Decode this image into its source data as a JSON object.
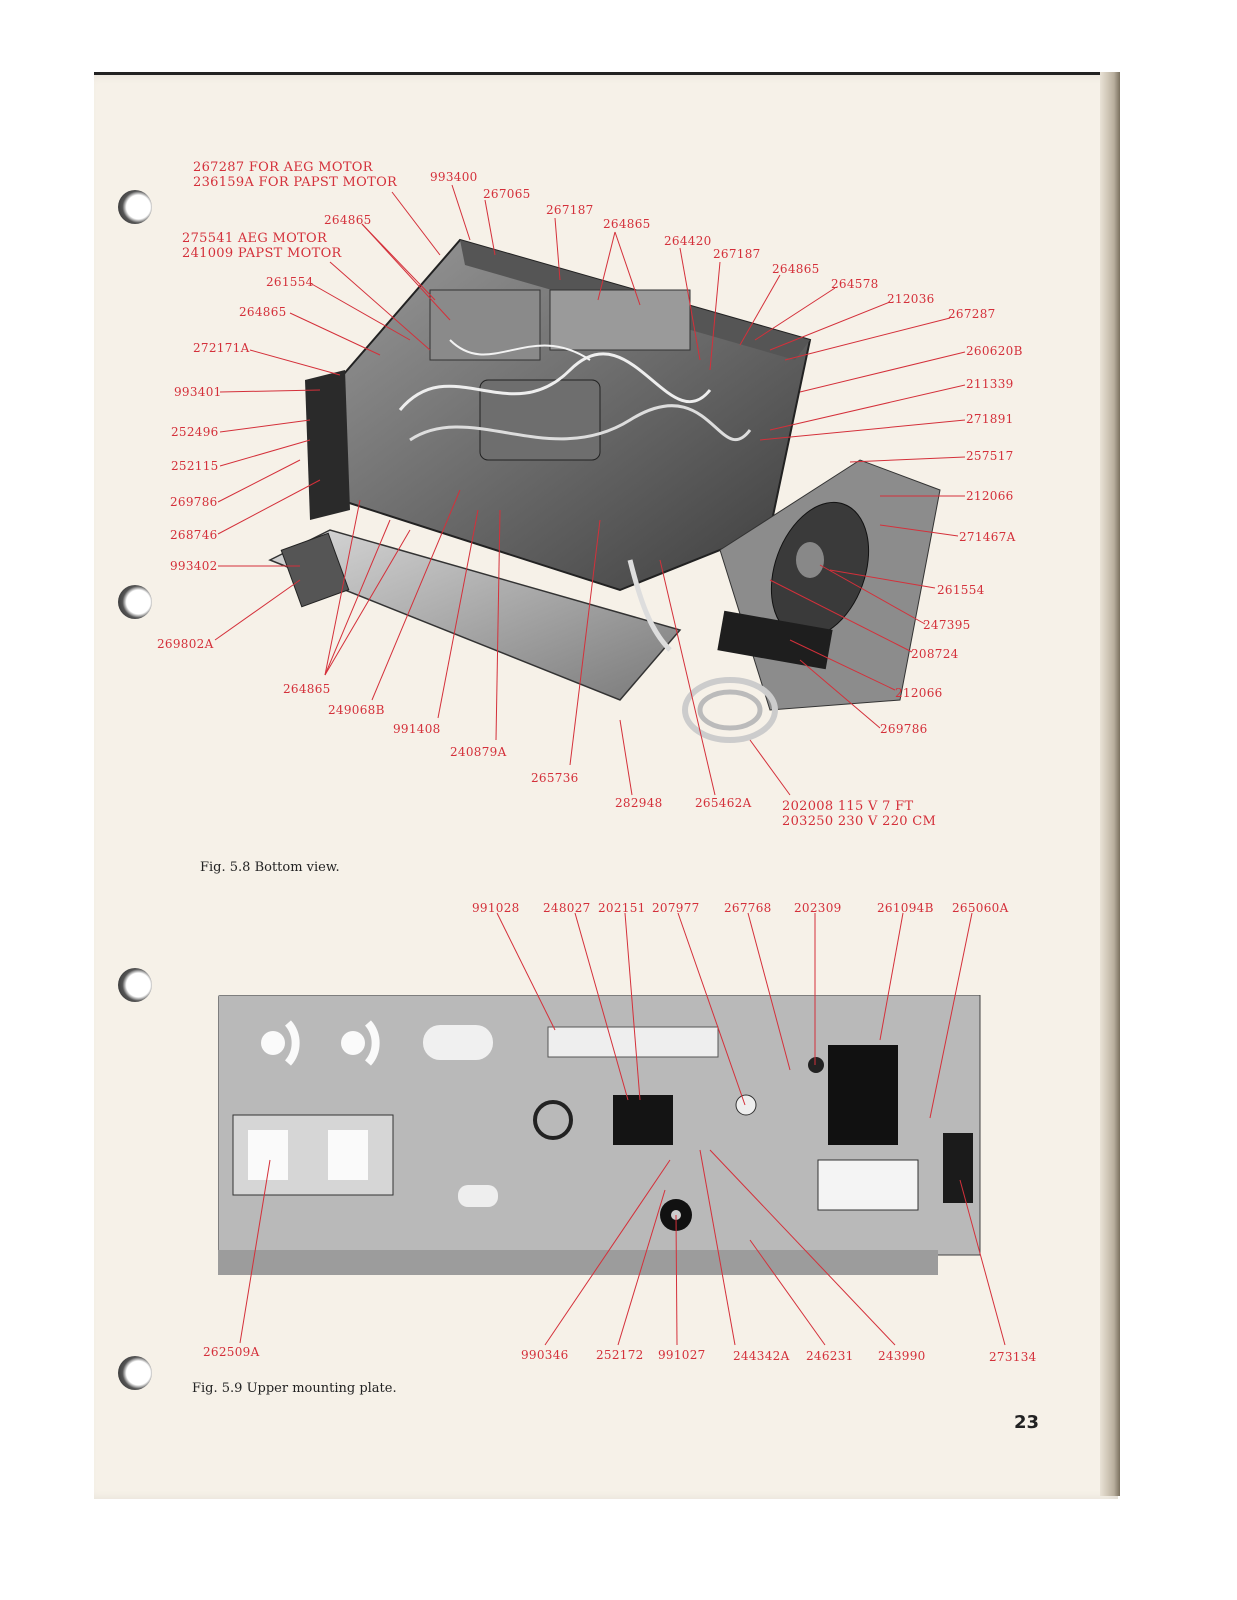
{
  "page_number": "23",
  "fig_5_8": {
    "caption": "Fig. 5.8   Bottom view.",
    "labels": [
      {
        "id": "l01",
        "text": "267287   FOR AEG MOTOR"
      },
      {
        "id": "l02",
        "text": "236159A FOR PAPST MOTOR"
      },
      {
        "id": "l03",
        "text": "993400"
      },
      {
        "id": "l04",
        "text": "267065"
      },
      {
        "id": "l05",
        "text": "267187"
      },
      {
        "id": "l06",
        "text": "264865"
      },
      {
        "id": "l07",
        "text": "264420"
      },
      {
        "id": "l08",
        "text": "267187"
      },
      {
        "id": "l09",
        "text": "264865"
      },
      {
        "id": "l10",
        "text": "264578"
      },
      {
        "id": "l11",
        "text": "212036"
      },
      {
        "id": "l12",
        "text": "267287"
      },
      {
        "id": "l13",
        "text": "260620B"
      },
      {
        "id": "l14",
        "text": "211339"
      },
      {
        "id": "l15",
        "text": "271891"
      },
      {
        "id": "l16",
        "text": "257517"
      },
      {
        "id": "l17",
        "text": "212066"
      },
      {
        "id": "l18",
        "text": "271467A"
      },
      {
        "id": "l19",
        "text": "261554"
      },
      {
        "id": "l20",
        "text": "247395"
      },
      {
        "id": "l21",
        "text": "208724"
      },
      {
        "id": "l22",
        "text": "212066"
      },
      {
        "id": "l23",
        "text": "269786"
      },
      {
        "id": "l24",
        "text": "264865"
      },
      {
        "id": "l25",
        "text": "275541 AEG MOTOR"
      },
      {
        "id": "l26",
        "text": "241009 PAPST MOTOR"
      },
      {
        "id": "l27",
        "text": "261554"
      },
      {
        "id": "l28",
        "text": "264865"
      },
      {
        "id": "l29",
        "text": "272171A"
      },
      {
        "id": "l30",
        "text": "993401"
      },
      {
        "id": "l31",
        "text": "252496"
      },
      {
        "id": "l32",
        "text": "252115"
      },
      {
        "id": "l33",
        "text": "269786"
      },
      {
        "id": "l34",
        "text": "268746"
      },
      {
        "id": "l35",
        "text": "993402"
      },
      {
        "id": "l36",
        "text": "269802A"
      },
      {
        "id": "l37",
        "text": "264865"
      },
      {
        "id": "l38",
        "text": "249068B"
      },
      {
        "id": "l39",
        "text": "991408"
      },
      {
        "id": "l40",
        "text": "240879A"
      },
      {
        "id": "l41",
        "text": "265736"
      },
      {
        "id": "l42",
        "text": "282948"
      },
      {
        "id": "l43",
        "text": "265462A"
      },
      {
        "id": "l44",
        "text": "202008 115 V 7 FT"
      },
      {
        "id": "l45",
        "text": "203250 230 V 220 CM"
      }
    ]
  },
  "fig_5_9": {
    "caption": "Fig. 5.9   Upper mounting plate.",
    "labels": [
      {
        "id": "m01",
        "text": "991028"
      },
      {
        "id": "m02",
        "text": "248027"
      },
      {
        "id": "m03",
        "text": "202151"
      },
      {
        "id": "m04",
        "text": "207977"
      },
      {
        "id": "m05",
        "text": "267768"
      },
      {
        "id": "m06",
        "text": "202309"
      },
      {
        "id": "m07",
        "text": "261094B"
      },
      {
        "id": "m08",
        "text": "265060A"
      },
      {
        "id": "m09",
        "text": "262509A"
      },
      {
        "id": "m10",
        "text": "990346"
      },
      {
        "id": "m11",
        "text": "252172"
      },
      {
        "id": "m12",
        "text": "991027"
      },
      {
        "id": "m13",
        "text": "244342A"
      },
      {
        "id": "m14",
        "text": "246231"
      },
      {
        "id": "m15",
        "text": "243990"
      },
      {
        "id": "m16",
        "text": "273134"
      }
    ]
  },
  "colors": {
    "label_red": "#d4303a",
    "paper": "#f6f1e8"
  }
}
